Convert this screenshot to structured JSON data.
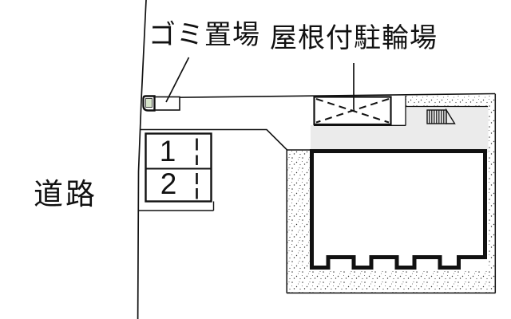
{
  "labels": {
    "garbage_area": "ゴミ置場",
    "covered_bicycle_parking": "屋根付駐輪場",
    "road": "道路"
  },
  "parking_spaces": [
    {
      "number": "1"
    },
    {
      "number": "2"
    }
  ],
  "icons": {
    "garbage_box": "garbage-box-icon",
    "stairs": "stairs-icon",
    "bicycle_parking_cross": "crossed-rectangle"
  },
  "colors": {
    "line": "#111111",
    "concrete_gray": "#ebebeb",
    "garbage_box_green": "#d8e6cc",
    "background": "#ffffff"
  }
}
